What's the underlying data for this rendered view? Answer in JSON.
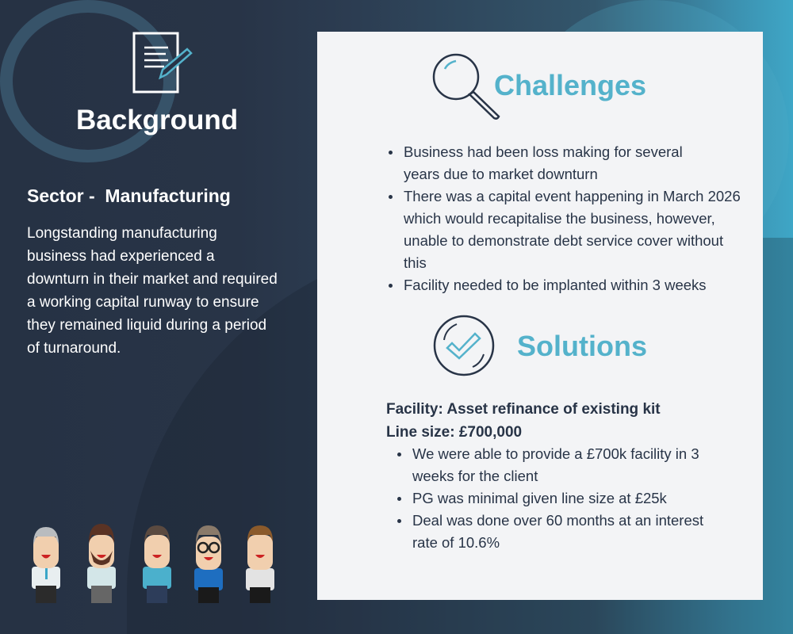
{
  "background": {
    "title": "Background",
    "sector": "Sector -  Manufacturing",
    "description": "Longstanding manufacturing business had experienced a downturn in their market and required a working capital runway to ensure they remained liquid during a period of turnaround."
  },
  "challenges": {
    "title": "Challenges",
    "items": [
      "Business had been loss making for several years due to market downturn",
      "There was a capital event happening in March 2026 which would recapitalise the business, however, unable to demonstrate debt service cover without this",
      "Facility needed to be implanted within 3 weeks"
    ]
  },
  "solutions": {
    "title": "Solutions",
    "facility": "Facility: Asset refinance of existing kit",
    "line_size": "Line size: £700,000",
    "items": [
      "We were able to provide a £700k facility in 3 weeks for the client",
      "PG was minimal given line size at £25k",
      "Deal was done over 60 months at an interest rate of 10.6%"
    ]
  },
  "colors": {
    "accent": "#54b2cb",
    "navy": "#283447",
    "card": "#f3f4f6"
  }
}
